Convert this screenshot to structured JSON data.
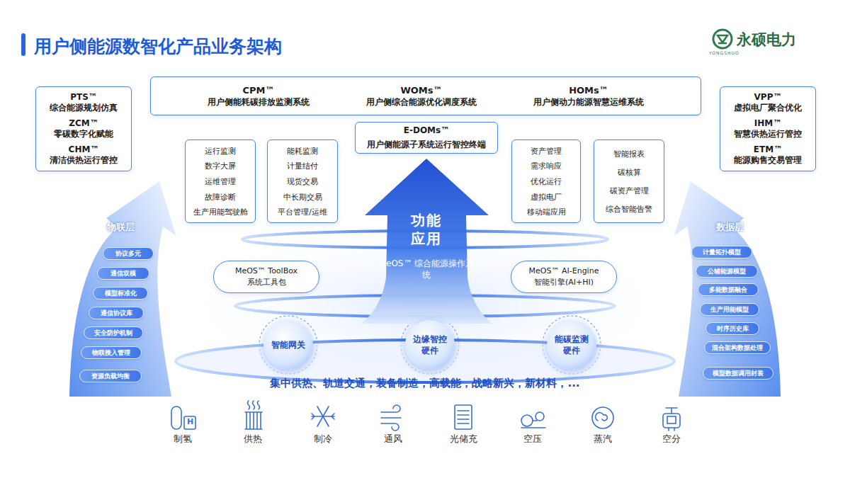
{
  "diagram": {
    "title": "用户侧能源数智化产品业务架构",
    "nodes": [
      {
        "text": [
          "PTS™",
          "综合能源规划仿真",
          "ZCM™",
          "零碳数字化赋能",
          "CHM™",
          "清洁供热运行管控"
        ]
      },
      {
        "text": [
          "CPM™",
          "用户侧能耗碳排放监测系统",
          "WOMs™",
          "用户侧综合能源优化调度系统",
          "HOMs™",
          "用户侧动力能源智慧运维系统"
        ]
      },
      {
        "text": [
          "VPP™",
          "虚拟电厂聚合优化",
          "IHM™",
          "智慧供热运行管控",
          "ETM™",
          "能源购售交易管理"
        ]
      },
      {
        "text": [
          "E-DOMs™",
          "用户侧能源子系统运行智控终端"
        ]
      },
      {
        "text": [
          "运行监测",
          "数字大屏",
          "运维管理",
          "故障诊断",
          "生产用能驾驶舱"
        ]
      },
      {
        "text": [
          "能耗监测",
          "计量结付",
          "现货交易",
          "中长期交易",
          "平台管理/运维"
        ]
      },
      {
        "text": [
          "资产管理",
          "需求响应",
          "优化运行",
          "虚拟电厂",
          "移动端应用"
        ]
      },
      {
        "text": [
          "智能报表",
          "碳核算",
          "碳资产管理",
          "综合智能告警"
        ]
      },
      {
        "text": [
          "物联层"
        ]
      },
      {
        "text": [
          "协议多元"
        ],
        "in": 8
      },
      {
        "text": [
          "通信双模"
        ],
        "in": 8
      },
      {
        "text": [
          "模型标准化"
        ],
        "in": 8
      },
      {
        "text": [
          "通信协议库"
        ],
        "in": 8
      },
      {
        "text": [
          "安全防护机制"
        ],
        "in": 8
      },
      {
        "text": [
          "物联接入管理"
        ],
        "in": 8
      },
      {
        "text": [
          "资源负载均衡"
        ],
        "in": 8
      },
      {
        "text": [
          "功能 应用",
          "MeOS™ 综合能源操作系统"
        ]
      },
      {
        "text": [
          "MeOS™ ToolBox",
          "系统工具包"
        ]
      },
      {
        "text": [
          "MeOS™ AI-Engine",
          "智能引擎(AI+HI)"
        ]
      },
      {
        "text": [
          "数据层"
        ]
      },
      {
        "text": [
          "计量拓扑模型"
        ],
        "in": 19
      },
      {
        "text": [
          "公辅能源模型"
        ],
        "in": 19
      },
      {
        "text": [
          "多能数据融合"
        ],
        "in": 19
      },
      {
        "text": [
          "生产用能模型"
        ],
        "in": 19
      },
      {
        "text": [
          "时序历史库"
        ],
        "in": 19
      },
      {
        "text": [
          "混合架构数据处理"
        ],
        "in": 19
      },
      {
        "text": [
          "模型数据调用封装"
        ],
        "in": 19
      },
      {
        "text": [
          "智能网关"
        ]
      },
      {
        "text": [
          "边缘智控 硬件"
        ]
      },
      {
        "text": [
          "能碳监测 硬件"
        ]
      },
      {
        "text": [
          "集中供热、轨道交通，装备制造，高载能，战略新兴，新材料，..."
        ]
      }
    ],
    "labels": [
      "永硕电力",
      "YONGSHUO",
      "H",
      "制氢",
      "供热",
      "制冷",
      "通风",
      "光储充",
      "空压",
      "蒸汽",
      "空分"
    ]
  }
}
